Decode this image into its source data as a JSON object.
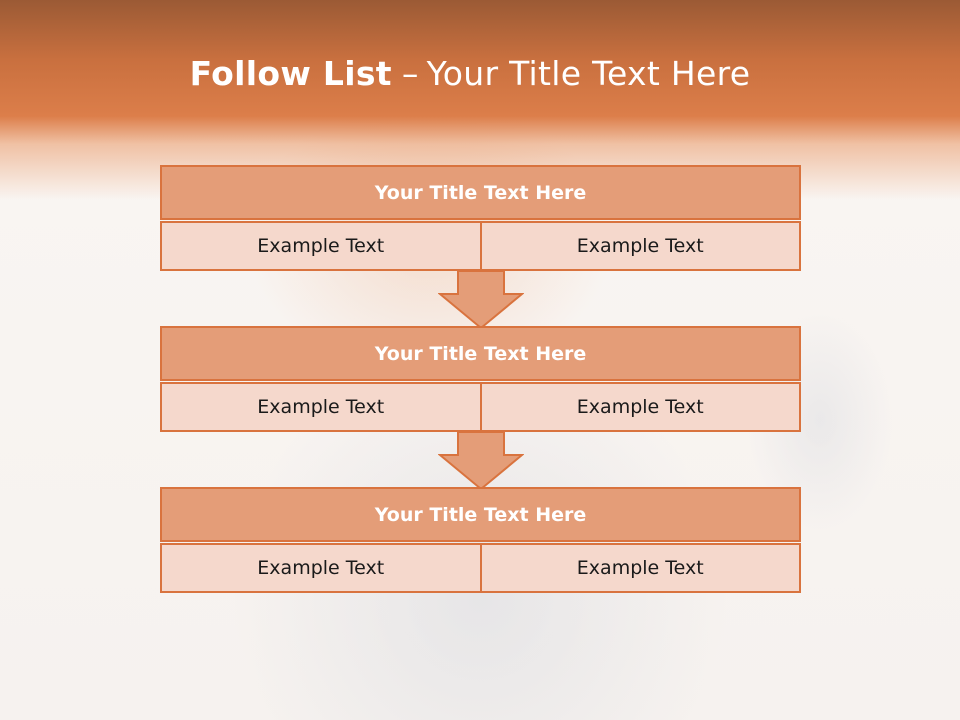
{
  "slide": {
    "title_bold": "Follow List",
    "title_dash": "–",
    "title_rest": "Your Title Text Here"
  },
  "steps": [
    {
      "heading": "Your Title Text Here",
      "left_text": "Example Text",
      "right_text": "Example Text"
    },
    {
      "heading": "Your Title Text Here",
      "left_text": "Example Text",
      "right_text": "Example Text"
    },
    {
      "heading": "Your Title Text Here",
      "left_text": "Example Text",
      "right_text": "Example Text"
    }
  ],
  "colors": {
    "header_band": "#dc7e4a",
    "box_heading_fill": "#e49d78",
    "box_cell_fill": "#f5d8cc",
    "box_border": "#d9733e",
    "arrow_fill": "#e49d78"
  }
}
